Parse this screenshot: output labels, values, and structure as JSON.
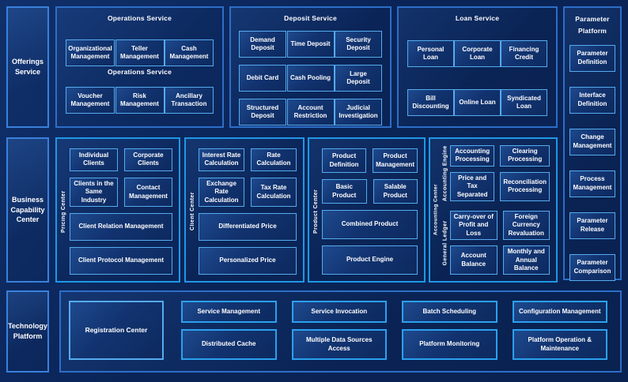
{
  "colors": {
    "background": "#0a2457",
    "panel_border": "#2d6ec8",
    "middle_panel_border": "#1f97e6",
    "box_border": "#55abef",
    "sidebar_border": "#3a80dc",
    "text": "#ffffff"
  },
  "top": {
    "offerings_label": "Offerings Service",
    "operations": {
      "title": "Operations Service",
      "subtitle": "Operations Service",
      "row1": [
        "Organizational Management",
        "Teller Management",
        "Cash Management"
      ],
      "row2": [
        "Voucher Management",
        "Risk Management",
        "Ancillary Transaction"
      ]
    },
    "deposit": {
      "title": "Deposit Service",
      "rows": [
        [
          "Demand Deposit",
          "Time Deposit",
          "Security Deposit"
        ],
        [
          "Debit Card",
          "Cash Pooling",
          "Large Deposit"
        ],
        [
          "Structured Deposit",
          "Account Restriction",
          "Judicial Investigation"
        ]
      ]
    },
    "loan": {
      "title": "Loan Service",
      "rows": [
        [
          "Personal Loan",
          "Corporate Loan",
          "Financing Credit"
        ],
        [
          "Bill Discounting",
          "Online Loan",
          "Syndicated Loan"
        ]
      ]
    }
  },
  "parameter_platform": {
    "title": "Parameter Platform",
    "items": [
      "Parameter Definition",
      "Interface Definition",
      "Change Management",
      "Process Management",
      "Parameter Release",
      "Parameter Comparison"
    ]
  },
  "middle": {
    "sidebar_label": "Business Capability Center",
    "pricing": {
      "vertical_label": "Pricing Center",
      "pairs": [
        [
          "Individual Clients",
          "Corporate Clients"
        ],
        [
          "Clients in the Same Industry",
          "Contact Management"
        ]
      ],
      "wide": [
        "Client Relation Management",
        "Client Protocol Management"
      ]
    },
    "client": {
      "vertical_label": "Client Center",
      "pairs": [
        [
          "Interest Rate Calculation",
          "Rate Calculation"
        ],
        [
          "Exchange Rate Calculation",
          "Tax Rate Calculation"
        ]
      ],
      "wide": [
        "Differentiated Price",
        "Personalized Price"
      ]
    },
    "product": {
      "vertical_label": "Product Center",
      "pairs": [
        [
          "Product Definition",
          "Product Management"
        ],
        [
          "Basic Product",
          "Salable Product"
        ]
      ],
      "wide": [
        "Combined Product",
        "Product Engine"
      ]
    },
    "accounting": {
      "vertical_label": "Accounting Center",
      "groups": [
        {
          "label": "Accounting Engine",
          "cells": [
            "Accounting Processing",
            "Clearing Processing",
            "Price and Tax Separated",
            "Reconciliation Processing"
          ]
        },
        {
          "label": "General Ledger",
          "cells": [
            "Carry-over of Profit and Loss",
            "Foreign Currency Revaluation",
            "Account Balance",
            "Monthly and Annual Balance"
          ]
        }
      ]
    }
  },
  "bottom": {
    "sidebar_label": "Technology Platform",
    "registration_label": "Registration Center",
    "row1": [
      "Service Management",
      "Service Invocation",
      "Batch Scheduling",
      "Configuration Management"
    ],
    "row2": [
      "Distributed Cache",
      "Multiple Data Sources Access",
      "Platform Monitoring",
      "Platform Operation & Maintenance"
    ]
  }
}
